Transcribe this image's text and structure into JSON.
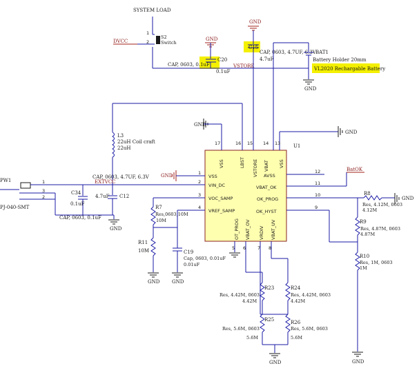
{
  "labels": {
    "system_load": "SYSTEM LOAD",
    "dvcc": "DVCC",
    "switch_ref": "S2",
    "switch_val": "Switch",
    "gnd": "GND",
    "pw1": "PW1",
    "pw1_part": "PJ-040-SMT",
    "extvcc": "EXTVCC",
    "vstore": "VSTORE",
    "batok": "BatOK",
    "u1": "U1"
  },
  "components": {
    "c20": {
      "ref": "C20",
      "desc": "CAP, 0603, 0.1uF",
      "val": "0.1uF"
    },
    "c15": {
      "ref": "C15",
      "desc": "CAP, 0603, 4.7UF, 6.3V",
      "val": "4.7uF"
    },
    "bat1": {
      "ref": "BAT1",
      "desc": "Battery Holder 20mm",
      "val": "VL2020 Rechargable Battery"
    },
    "l3": {
      "ref": "L3",
      "desc": "22uH Coil craft",
      "val": "22uH"
    },
    "c12": {
      "ref": "C12",
      "desc": "CAP, 0603, 4.7UF, 6.3V",
      "val": "4.7uF"
    },
    "c34": {
      "ref": "C34",
      "desc": "CAP, 0603, 0.1uF",
      "val": "0.1uF"
    },
    "r7": {
      "ref": "R7",
      "desc": "Res,0603,10M",
      "val": "10M"
    },
    "r11": {
      "ref": "R11",
      "val": "10M"
    },
    "c19": {
      "ref": "C19",
      "desc": "Cap, 0603, 0.01uF",
      "val": "0.01uF"
    },
    "r8": {
      "ref": "R8",
      "desc": "Res, 4.12M, 0603",
      "val": "4.12M"
    },
    "r9": {
      "ref": "R9",
      "desc": "Res, 4.87M, 0603",
      "val": "4.87M"
    },
    "r10": {
      "ref": "R10",
      "desc": "Res, 1M, 0603",
      "val": "1M"
    },
    "r23": {
      "ref": "R23",
      "desc": "Res, 4.42M, 0603",
      "val": "4.42M"
    },
    "r24": {
      "ref": "R24",
      "desc": "Res, 4.42M, 0603",
      "val": "4.42M"
    },
    "r25": {
      "ref": "R25",
      "desc": "Res, 5.6M, 0603",
      "val": "5.6M"
    },
    "r26": {
      "ref": "R26",
      "desc": "Res, 5.6M, 0603",
      "val": "5.6M"
    }
  },
  "ic": {
    "pins_left": [
      {
        "num": "1",
        "name": "VSS"
      },
      {
        "num": "2",
        "name": "VIN_DC"
      },
      {
        "num": "3",
        "name": "VOC_SAMP"
      },
      {
        "num": "4",
        "name": "VREF_SAMP"
      }
    ],
    "pins_right": [
      {
        "num": "12",
        "name": "AVSS"
      },
      {
        "num": "11",
        "name": "VBAT_OK"
      },
      {
        "num": "10",
        "name": "OK_PROG"
      },
      {
        "num": "9",
        "name": "OK_HYST"
      }
    ],
    "pins_top": [
      {
        "num": "17",
        "name": "VSS"
      },
      {
        "num": "16",
        "name": "LBST"
      },
      {
        "num": "15",
        "name": "VSTORE"
      },
      {
        "num": "14",
        "name": "VBAT"
      },
      {
        "num": "13",
        "name": "VSS"
      }
    ],
    "pins_bottom": [
      {
        "num": "5",
        "name": "OT_PROG"
      },
      {
        "num": "6",
        "name": "VBAT_OV"
      },
      {
        "num": "7",
        "name": "VRDIV"
      },
      {
        "num": "8",
        "name": "VBAT_UV"
      }
    ]
  },
  "connector_pins": [
    "1",
    "3",
    "2"
  ],
  "switch_pins": [
    "1",
    "2"
  ],
  "highlight_color": "#f4f000"
}
